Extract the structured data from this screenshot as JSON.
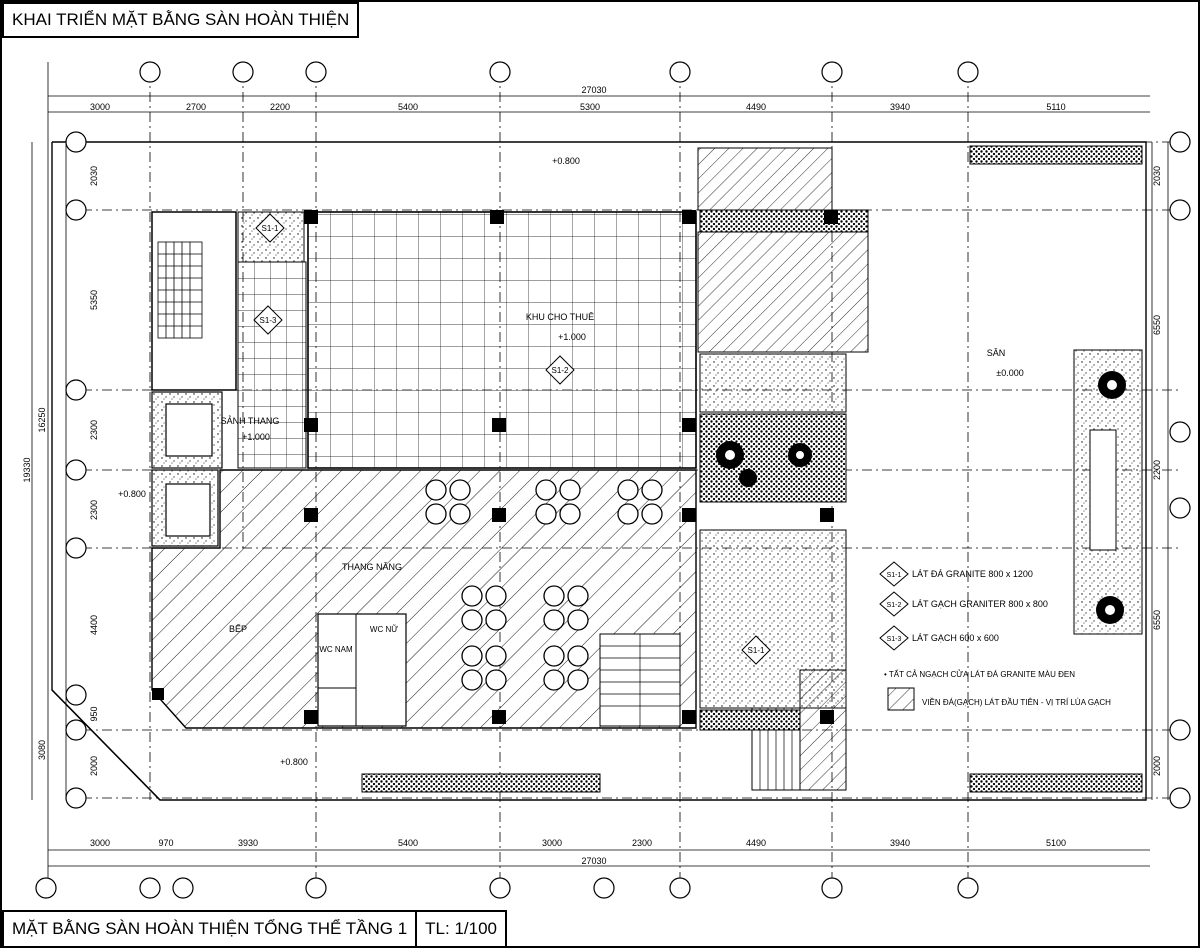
{
  "title": "KHAI TRIỂN MẶT BẰNG SÀN HOÀN THIỆN",
  "footer": {
    "caption": "MẶT BẰNG SÀN HOÀN THIỆN TỔNG THỂ TẦNG 1",
    "scale": "TL: 1/100"
  },
  "dimensions": {
    "top_total": "27030",
    "top_segments": [
      "3000",
      "2700",
      "2200",
      "5400",
      "5300",
      "4490",
      "3940",
      "5110"
    ],
    "bottom_total": "27030",
    "bottom_segments": [
      "3000",
      "970",
      "3930",
      "5400",
      "3000",
      "2300",
      "4490",
      "3940",
      "5100"
    ],
    "left_total_outer": "19330",
    "left_total_inner": "16250",
    "left_segments": [
      "2030",
      "5350",
      "2300",
      "2300",
      "4400",
      "950",
      "2000"
    ],
    "left_bottom": "3080",
    "right_segments": [
      "2030",
      "6550",
      "2200",
      "6550",
      "2000"
    ]
  },
  "rooms": {
    "rental_area": "KHU CHO THUÊ",
    "rental_level": "+1.000",
    "stair_hall": "SẢNH THANG",
    "stair_hall_level": "+1.000",
    "elevator": "THANG NÂNG",
    "kitchen": "BẾP",
    "wc_male": "WC NAM",
    "wc_female": "WC NỮ",
    "yard": "SÂN",
    "yard_level": "±0.000",
    "top_level": "+0.800",
    "left_level": "+0.800",
    "bottom_level": "+0.800"
  },
  "tags": {
    "s11": "S1-1",
    "s12": "S1-2",
    "s13": "S1-3"
  },
  "legend": {
    "items": [
      {
        "tag": "S1-1",
        "text": "LÁT ĐÁ GRANITE 800 x 1200"
      },
      {
        "tag": "S1-2",
        "text": "LÁT GẠCH GRANITER 800 x 800"
      },
      {
        "tag": "S1-3",
        "text": "LÁT GẠCH 600 x 600"
      }
    ],
    "note": "• TẤT CẢ NGẠCH CỬA LÁT ĐÁ GRANITE MÀU ĐEN",
    "border_note": "VIỀN ĐÁ(GẠCH) LÁT ĐẦU TIÊN - VỊ TRÍ LÙA GẠCH"
  }
}
